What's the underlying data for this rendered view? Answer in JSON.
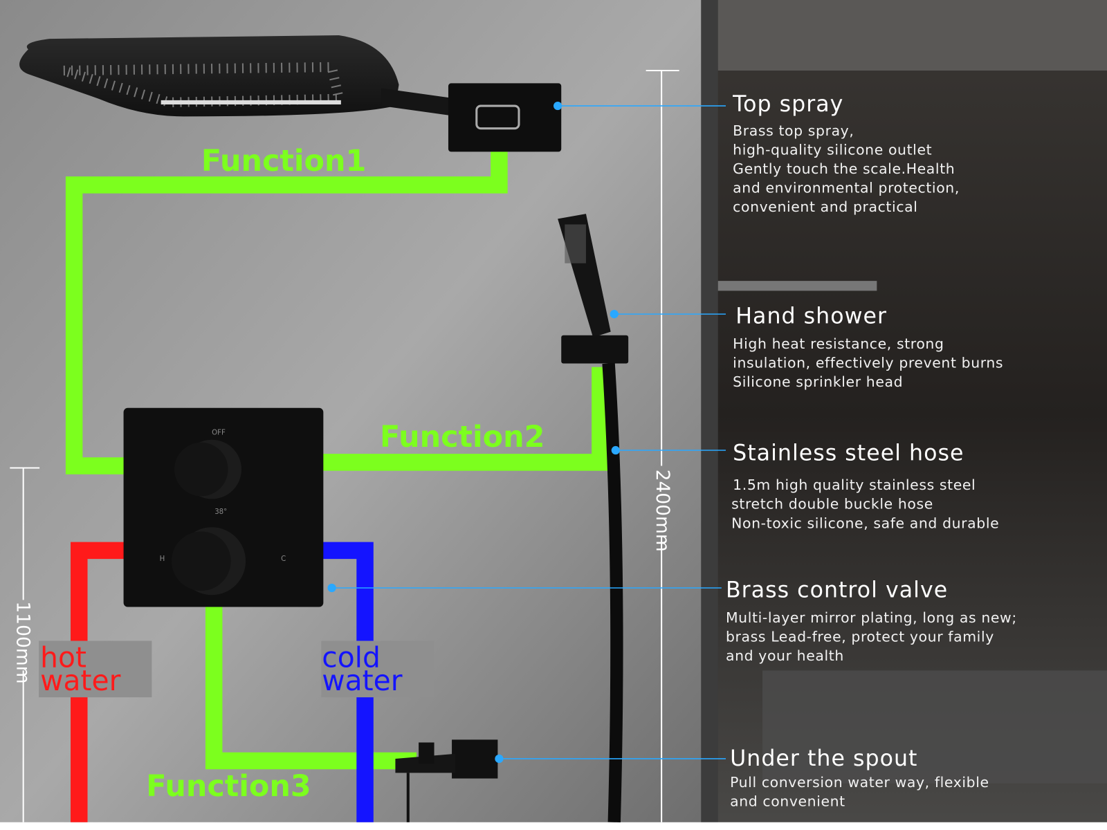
{
  "colors": {
    "function_pipe": "#7cff1e",
    "hot_pipe": "#ff1a1a",
    "cold_pipe": "#1414ff",
    "callout": "#2aa8ff"
  },
  "functions": {
    "f1": "Function1",
    "f2": "Function2",
    "f3": "Function3"
  },
  "water": {
    "hot": [
      "hot",
      "water"
    ],
    "cold": [
      "cold",
      "water"
    ]
  },
  "dimensions": {
    "total_height": "2400mm",
    "valve_height": "1100mm"
  },
  "valve_markings": {
    "off": "OFF",
    "temp": "38°",
    "hot": "H",
    "cold": "C"
  },
  "callouts": [
    {
      "title": "Top spray",
      "lines": [
        "Brass top spray,",
        "high-quality silicone outlet",
        "Gently touch the scale.Health",
        "and environmental protection,",
        "convenient and practical"
      ]
    },
    {
      "title": "Hand shower",
      "lines": [
        "High heat resistance, strong",
        "insulation, effectively prevent burns",
        "Silicone sprinkler head"
      ]
    },
    {
      "title": "Stainless steel hose",
      "lines": [
        "1.5m high quality stainless steel",
        "stretch double buckle hose",
        "Non-toxic silicone, safe and durable"
      ]
    },
    {
      "title": "Brass control valve",
      "lines": [
        "Multi-layer mirror plating, long as new;",
        "brass Lead-free, protect your family",
        "and your health"
      ]
    },
    {
      "title": "Under the spout",
      "lines": [
        "Pull conversion water way, flexible",
        "and convenient"
      ]
    }
  ]
}
